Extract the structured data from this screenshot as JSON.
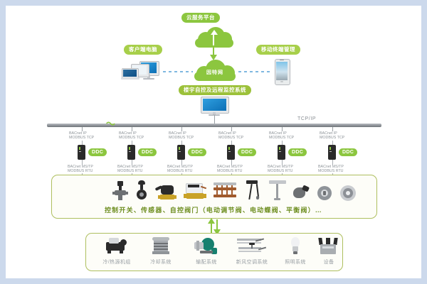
{
  "diagram": {
    "title_top": "云服务平台",
    "cloud_inet": "因特网",
    "label_client": "客户端电脑",
    "label_mobile": "移动终端管理",
    "label_system": "楼宇自控及远程监控系统",
    "bus_label": "TCP/IP",
    "protocol_upper_line1": "BACnet IP",
    "protocol_upper_line2": "MODBUS TCP",
    "protocol_lower_line1": "BACnet MS/TP",
    "protocol_lower_line2": "MODBUS RTU",
    "ddc_tag": "DDC",
    "ddc_count": 6,
    "field_devices_text": "控制开关、传感器、自控阀门（电动调节阀、电动蝶阀、平衡阀）…",
    "systems": [
      {
        "label": "冷/热源机组",
        "icon": "chiller-icon"
      },
      {
        "label": "冷却系统",
        "icon": "cooling-tower-icon"
      },
      {
        "label": "输配系统",
        "icon": "pump-icon"
      },
      {
        "label": "新风空调系统",
        "icon": "ahu-duct-icon"
      },
      {
        "label": "照明系统",
        "icon": "lamp-icon"
      },
      {
        "label": "设备",
        "icon": "equipment-icon"
      }
    ],
    "field_icons": [
      "control-valve-icon",
      "butterfly-valve-icon",
      "actuator-valve-icon",
      "motorized-valve-icon",
      "manifold-icon",
      "temp-sensor-icon",
      "duct-sensor-icon",
      "pressure-sensor-icon",
      "round-sensor-icon",
      "smoke-detector-icon"
    ],
    "colors": {
      "brand_green": "#8cc63f",
      "box_border": "#aebf5f",
      "bus_gray": "#8e9398",
      "frame_blue": "#ccd9ec",
      "text_gray": "#9aa0a5",
      "link_blue": "#7fb8e0"
    }
  }
}
